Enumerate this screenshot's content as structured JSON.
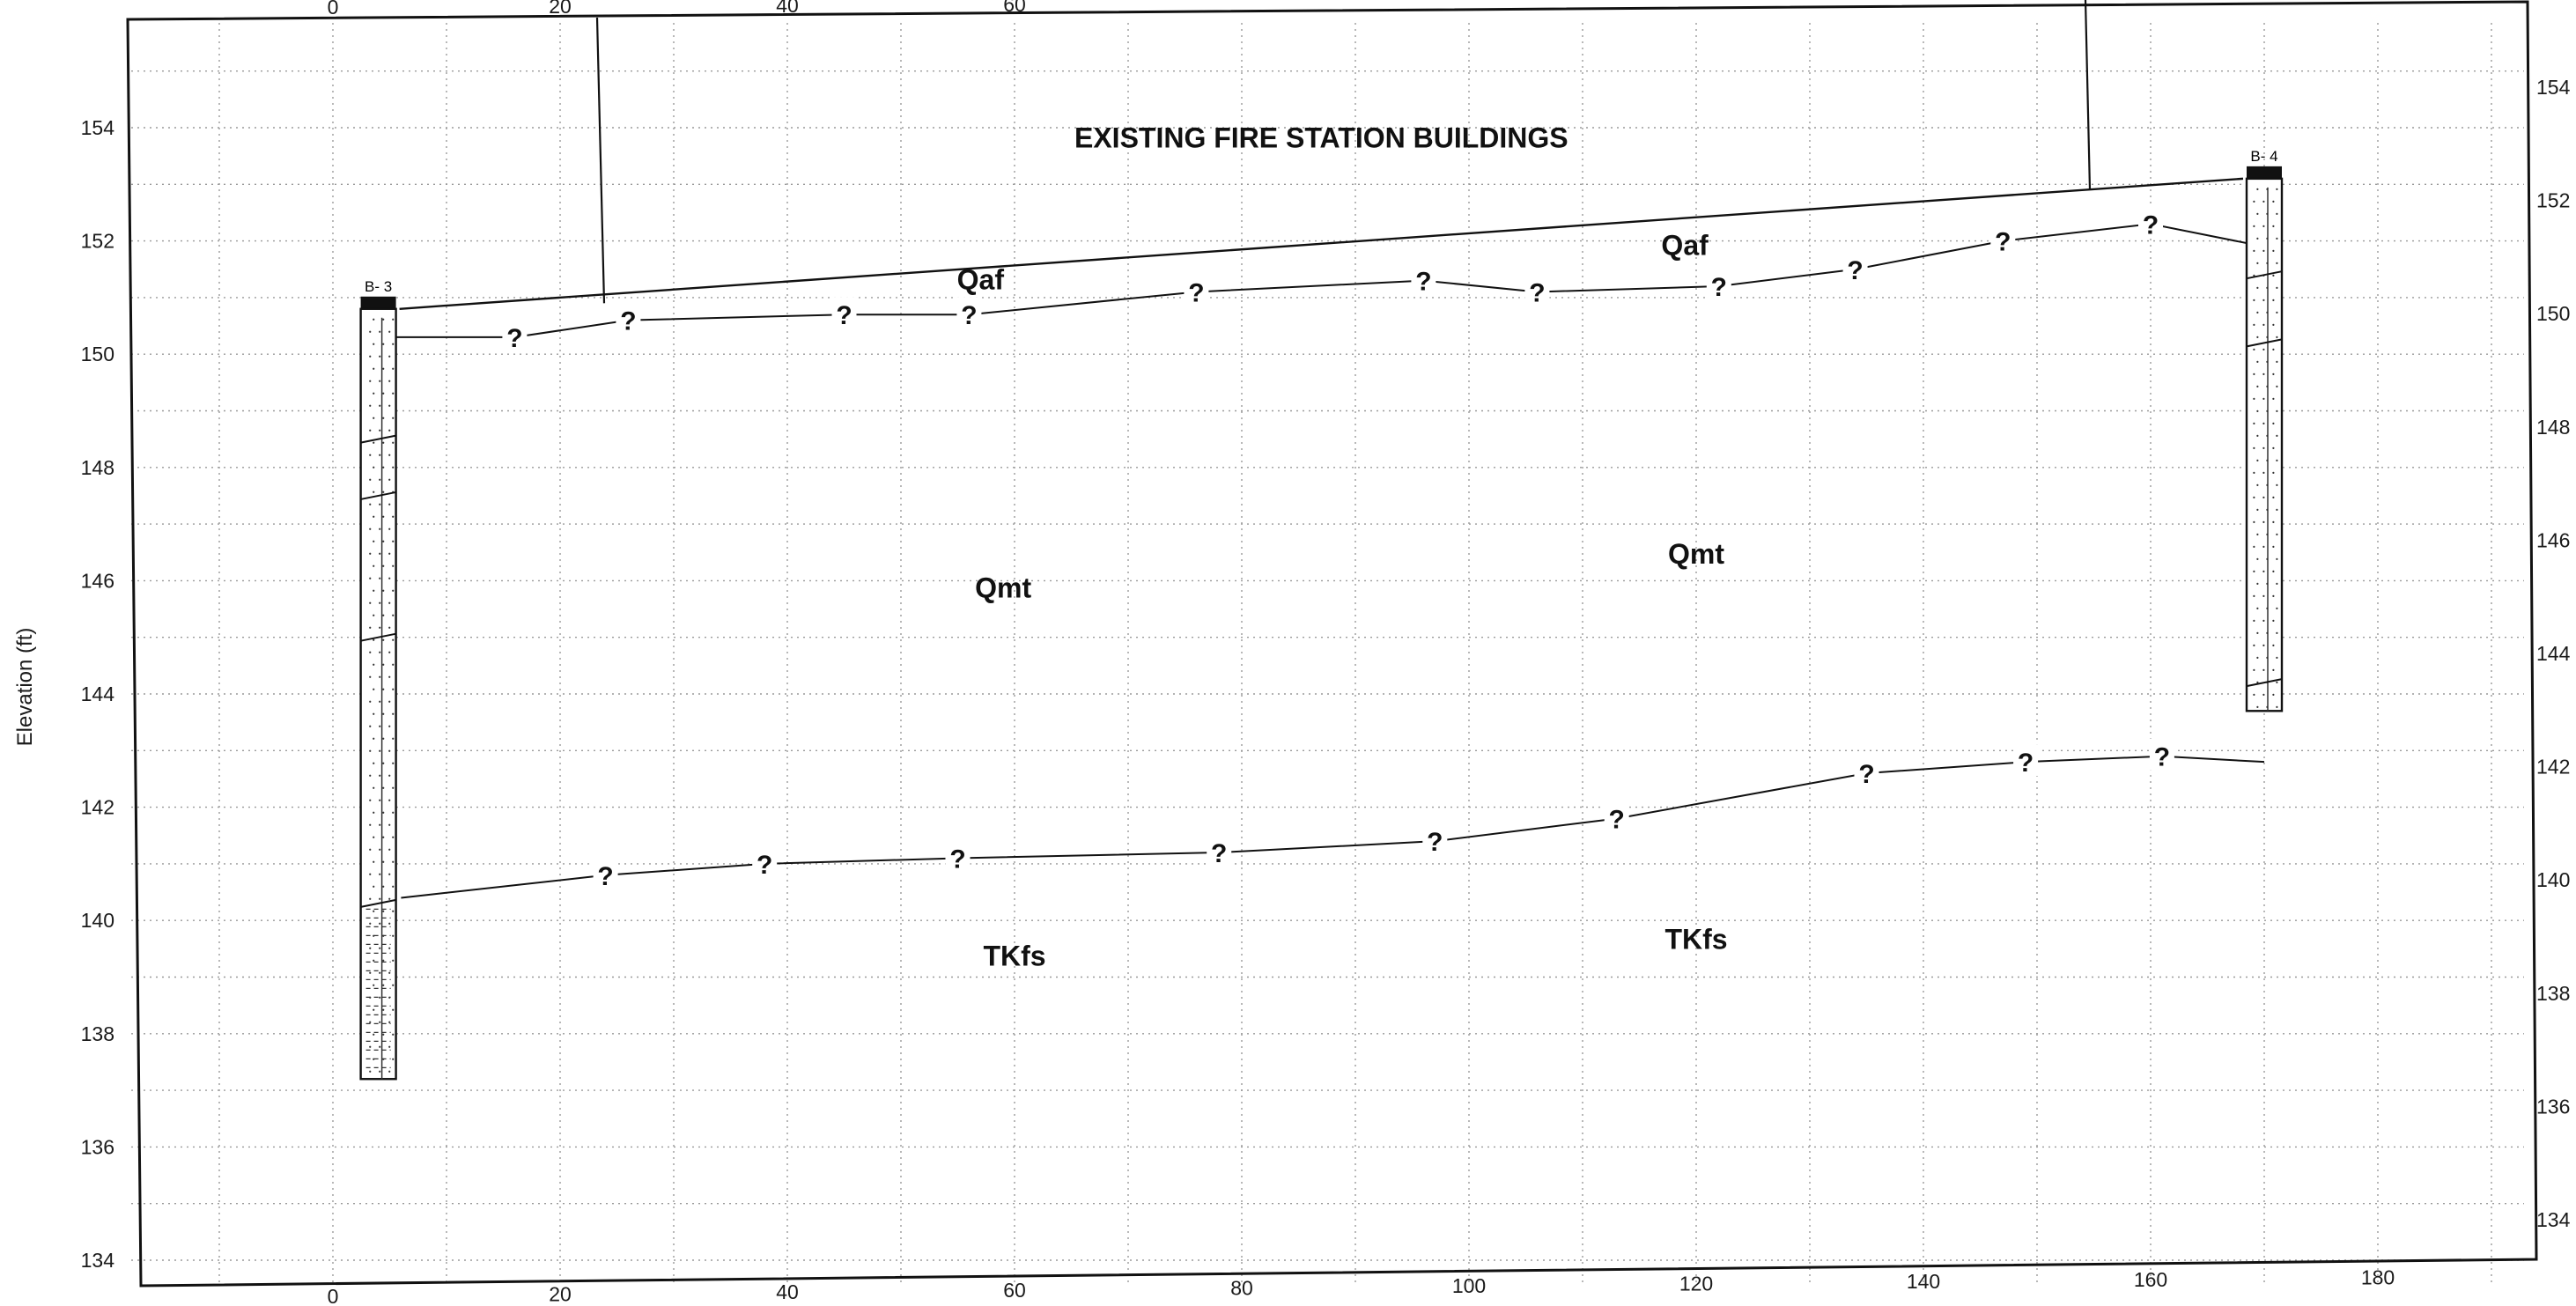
{
  "section": {
    "ylabel": "Elevation (ft)",
    "x_ticks": [
      "0",
      "20",
      "40",
      "60",
      "80",
      "100",
      "120",
      "140",
      "160",
      "180"
    ],
    "top_x_ticks": [
      "0",
      "20",
      "40",
      "60"
    ],
    "y_ticks_left": [
      "134",
      "136",
      "138",
      "140",
      "142",
      "144",
      "146",
      "148",
      "150",
      "152",
      "154"
    ],
    "y_ticks_right": [
      "134",
      "136",
      "138",
      "140",
      "142",
      "144",
      "146",
      "148",
      "150",
      "152",
      "154"
    ],
    "building_label": "EXISTING FIRE STATION BUILDINGS",
    "units": [
      {
        "label": "Qaf"
      },
      {
        "label": "Qaf"
      },
      {
        "label": "Qmt"
      },
      {
        "label": "Qmt"
      },
      {
        "label": "TKfs"
      },
      {
        "label": "TKfs"
      }
    ],
    "borings": [
      {
        "name": "B- 3",
        "station": 4,
        "top_elev": 150.8,
        "bottom_elev": 137.2
      },
      {
        "name": "B- 4",
        "station": 170,
        "top_elev": 153.1,
        "bottom_elev": 143.7
      }
    ],
    "contact_marker": "?",
    "qaf_qmt_contact": [
      [
        5,
        150.3
      ],
      [
        16,
        150.3
      ],
      [
        26,
        150.6
      ],
      [
        45,
        150.7
      ],
      [
        56,
        150.7
      ],
      [
        76,
        151.1
      ],
      [
        96,
        151.3
      ],
      [
        106,
        151.1
      ],
      [
        122,
        151.2
      ],
      [
        134,
        151.5
      ],
      [
        147,
        152.0
      ],
      [
        160,
        152.3
      ],
      [
        170,
        151.9
      ]
    ],
    "qmt_tkfs_contact": [
      [
        6,
        140.4
      ],
      [
        24,
        140.8
      ],
      [
        38,
        141.0
      ],
      [
        55,
        141.1
      ],
      [
        78,
        141.2
      ],
      [
        97,
        141.4
      ],
      [
        113,
        141.8
      ],
      [
        135,
        142.6
      ],
      [
        149,
        142.8
      ],
      [
        161,
        142.9
      ],
      [
        170,
        142.8
      ]
    ],
    "ground_surface": [
      [
        4,
        150.8
      ],
      [
        170,
        153.1
      ]
    ]
  }
}
